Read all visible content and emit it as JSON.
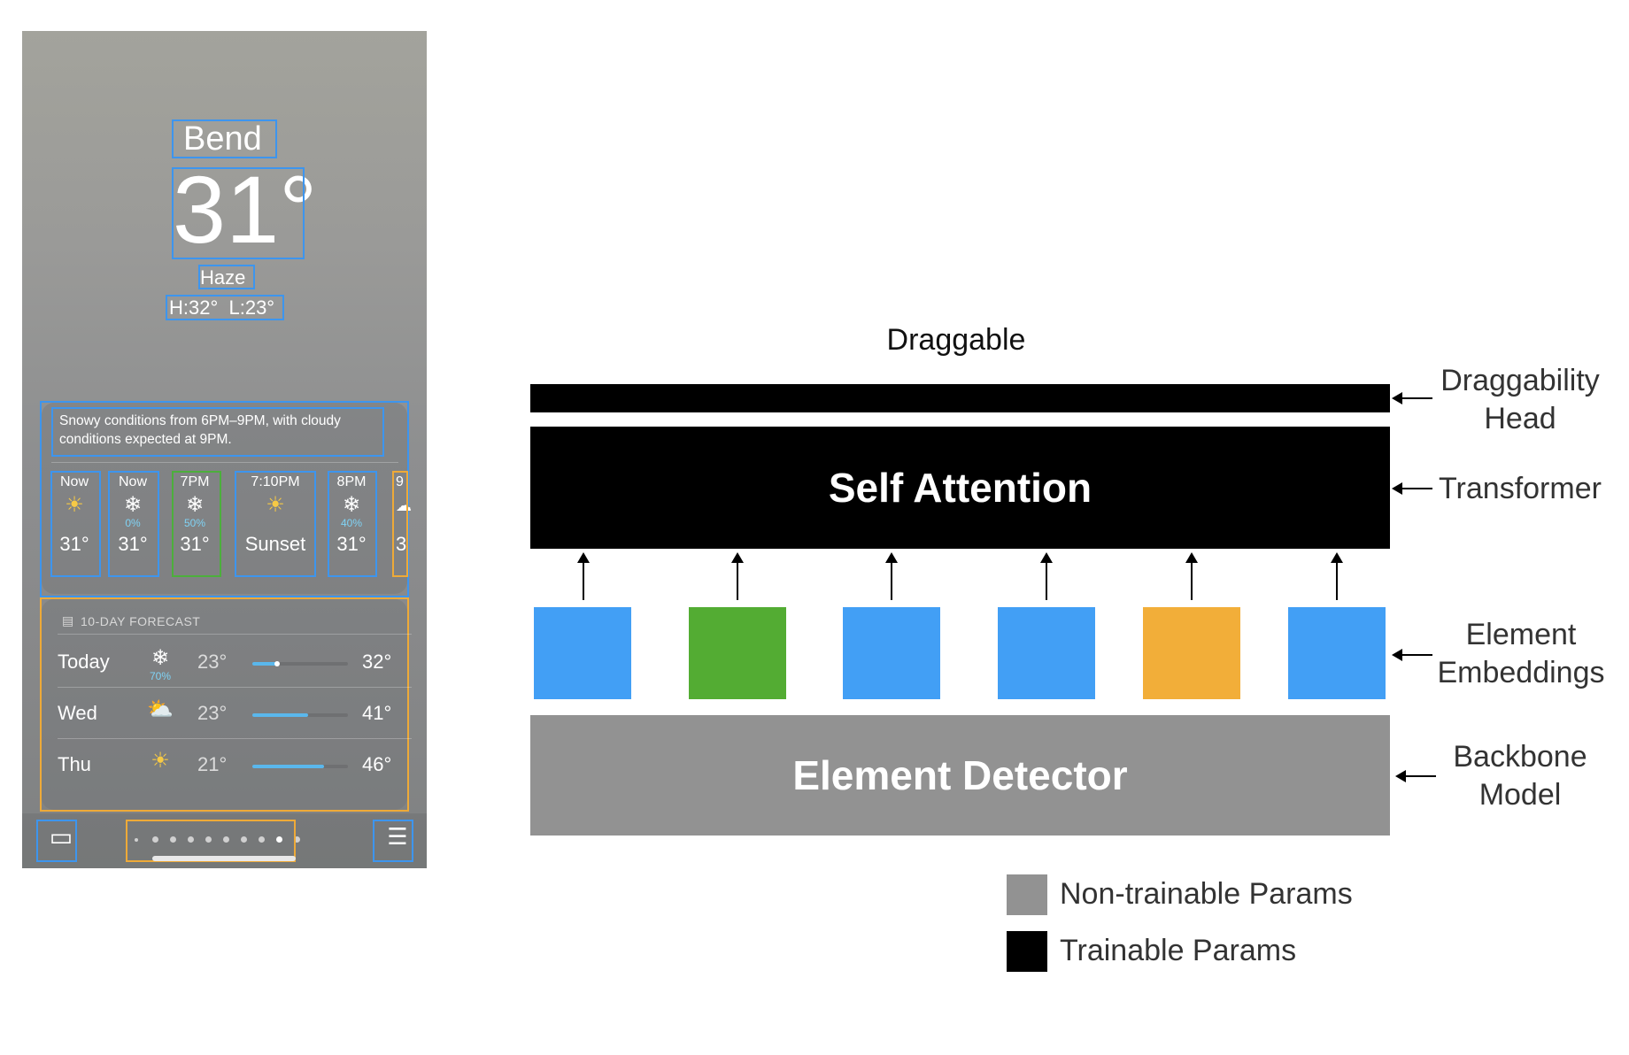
{
  "phone": {
    "city": "Bend",
    "temperature": "31°",
    "condition": "Haze",
    "high_low": "H:32°  L:23°",
    "summary": "Snowy conditions from 6PM–9PM, with cloudy conditions expected at 9PM.",
    "hourly": [
      {
        "time": "Now",
        "icon": "sunrise-icon",
        "glyph": "☀",
        "pct": "",
        "temp": "31°"
      },
      {
        "time": "Now",
        "icon": "snowflake-icon",
        "glyph": "❄",
        "pct": "0%",
        "temp": "31°"
      },
      {
        "time": "7PM",
        "icon": "snowflake-icon",
        "glyph": "❄",
        "pct": "50%",
        "temp": "31°"
      },
      {
        "time": "7:10PM",
        "icon": "sunset-icon",
        "glyph": "☀",
        "pct": "",
        "temp": "Sunset"
      },
      {
        "time": "8PM",
        "icon": "snowflake-icon",
        "glyph": "❄",
        "pct": "40%",
        "temp": "31°"
      },
      {
        "time": "9",
        "icon": "cloud-icon",
        "glyph": "☁",
        "pct": "",
        "temp": "3"
      }
    ],
    "forecast_title": "10-DAY FORECAST",
    "forecast": [
      {
        "day": "Today",
        "icon": "snowflake-icon",
        "glyph": "❄",
        "pct": "70%",
        "low": "23°",
        "high": "32°",
        "bar_start": 0.0,
        "bar_end": 0.28,
        "dot": 0.26
      },
      {
        "day": "Wed",
        "icon": "partly-sunny-icon",
        "glyph": "⛅",
        "pct": "",
        "low": "23°",
        "high": "41°",
        "bar_start": 0.0,
        "bar_end": 0.58
      },
      {
        "day": "Thu",
        "icon": "sun-icon",
        "glyph": "☀",
        "pct": "",
        "low": "21°",
        "high": "46°",
        "bar_start": 0.0,
        "bar_end": 0.75
      }
    ],
    "page_dots": 10,
    "active_dot": 8,
    "map_glyph": "▭",
    "list_glyph": "☰"
  },
  "diagram": {
    "top_label": "Draggable",
    "transformer_block": "Self Attention",
    "backbone_block": "Element Detector",
    "embedding_colors": [
      "#429ff5",
      "#53ac33",
      "#429ff5",
      "#429ff5",
      "#f2ae39",
      "#429ff5"
    ],
    "side_labels": {
      "head": "Draggability\nHead",
      "transformer": "Transformer",
      "embeddings": "Element\nEmbeddings",
      "backbone": "Backbone\nModel"
    },
    "legend": [
      {
        "label": "Non-trainable Params",
        "color": "#929292"
      },
      {
        "label": "Trainable Params",
        "color": "#000000"
      }
    ]
  }
}
